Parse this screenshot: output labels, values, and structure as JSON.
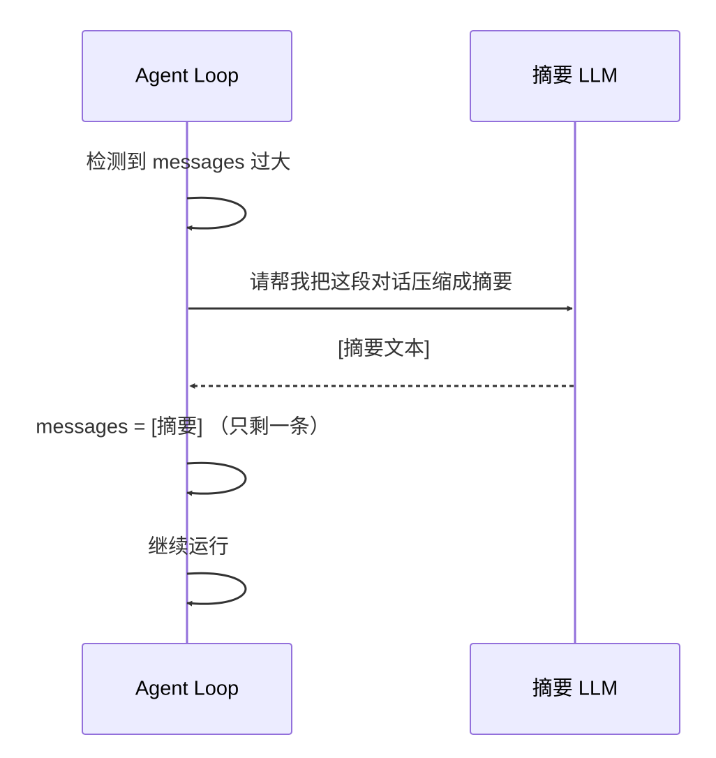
{
  "actors": [
    {
      "id": "agent",
      "label": "Agent Loop"
    },
    {
      "id": "llm",
      "label": "摘要 LLM"
    }
  ],
  "messages": [
    {
      "from": "agent",
      "to": "agent",
      "type": "self",
      "label": "检测到 messages 过大"
    },
    {
      "from": "agent",
      "to": "llm",
      "type": "solid",
      "label": "请帮我把这段对话压缩成摘要"
    },
    {
      "from": "llm",
      "to": "agent",
      "type": "dotted",
      "label": "[摘要文本]"
    },
    {
      "from": "agent",
      "to": "agent",
      "type": "self",
      "label": "messages = [摘要] （只剩一条）"
    },
    {
      "from": "agent",
      "to": "agent",
      "type": "self",
      "label": "继续运行"
    }
  ],
  "colors": {
    "actor_fill": "#ECECFF",
    "actor_stroke": "#9370DB",
    "lifeline": "#9370DB",
    "message": "#333333"
  }
}
